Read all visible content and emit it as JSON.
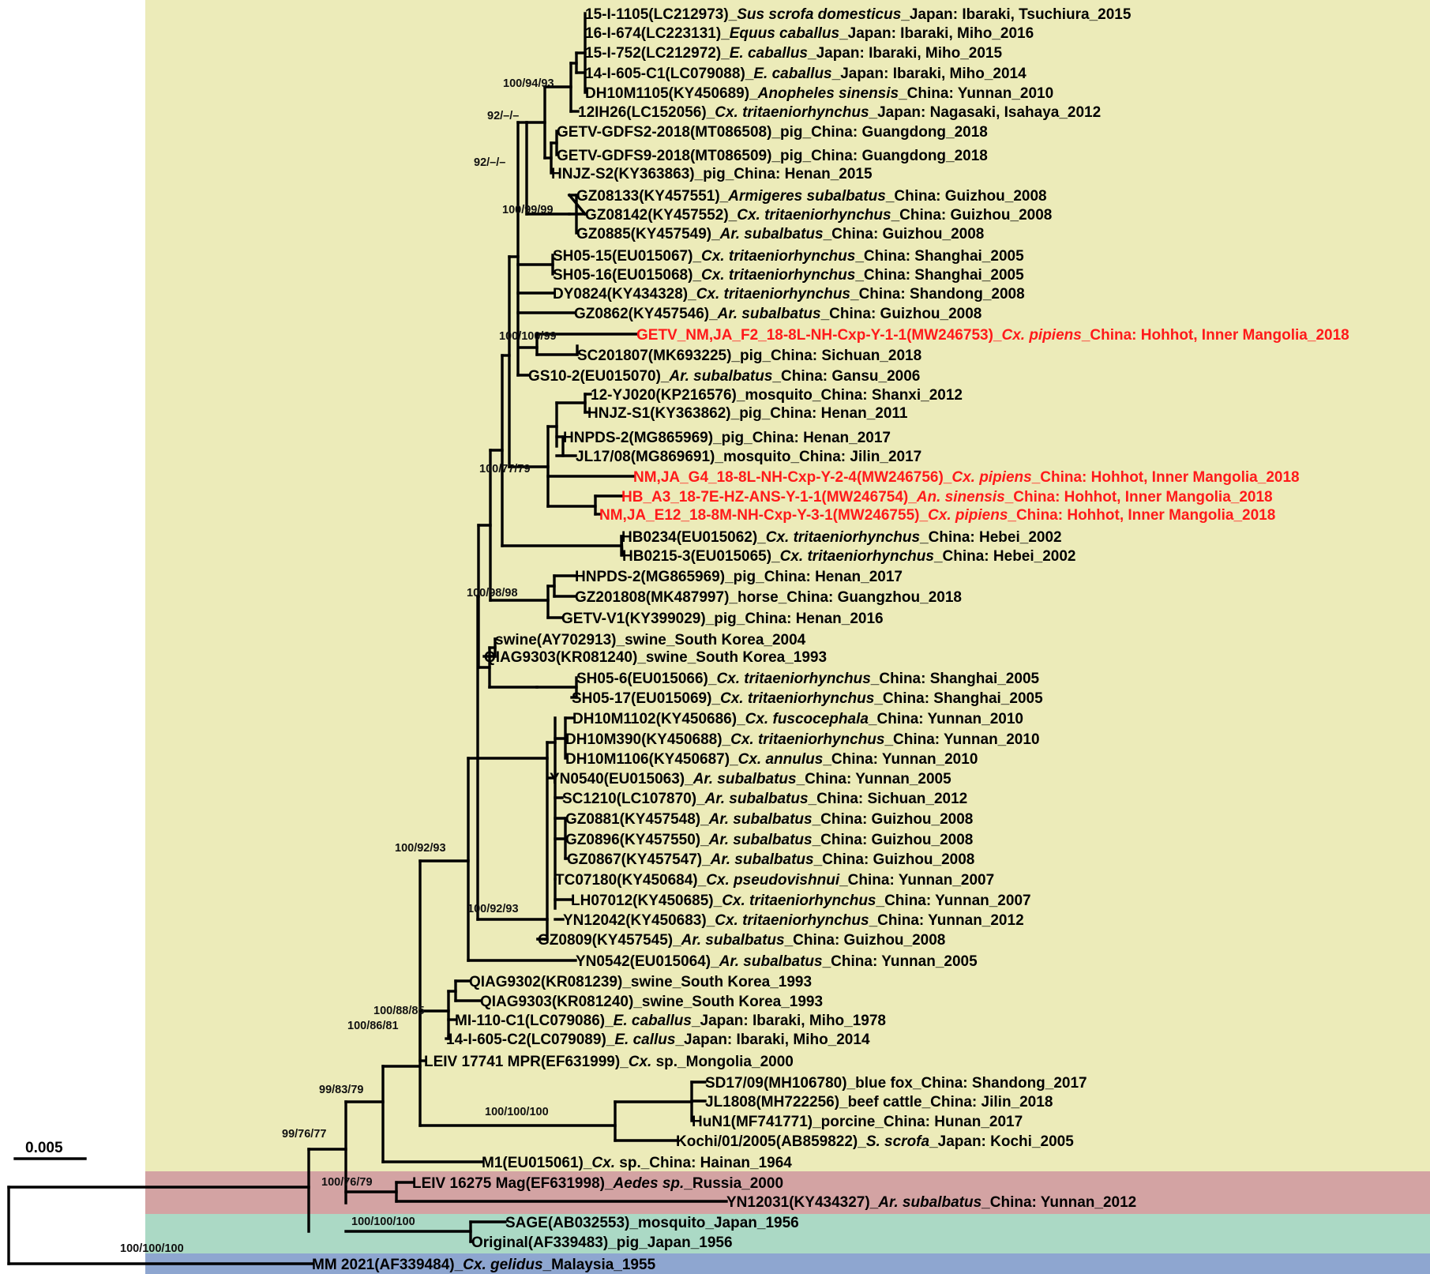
{
  "figure": {
    "type": "phylogenetic-tree",
    "scale_bar_label": "0.005",
    "colors": {
      "group_yellow": "#ecebb9",
      "group_red": "#d3a3a3",
      "group_green": "#abd9c5",
      "group_blue": "#8ea6d0",
      "highlight_text": "#ff1a1a",
      "normal_text": "#000000"
    },
    "groups": [
      {
        "id": "yellow",
        "color": "#ecebb9"
      },
      {
        "id": "red",
        "color": "#d3a3a3"
      },
      {
        "id": "green",
        "color": "#abd9c5"
      },
      {
        "id": "blue",
        "color": "#8ea6d0"
      }
    ],
    "leaves": [
      {
        "id": "L1",
        "prefix": "15-I-1105(LC212973)_",
        "italic": "Sus scrofa domesticus",
        "suffix": "_Japan: Ibaraki, Tsuchiura_2015",
        "highlight": false
      },
      {
        "id": "L2",
        "prefix": "16-I-674(LC223131)_",
        "italic": "Equus caballus",
        "suffix": "_Japan: Ibaraki, Miho_2016",
        "highlight": false
      },
      {
        "id": "L3",
        "prefix": "15-I-752(LC212972)_",
        "italic": "E. caballus",
        "suffix": "_Japan: Ibaraki, Miho_2015",
        "highlight": false
      },
      {
        "id": "L4",
        "prefix": "14-I-605-C1(LC079088)_",
        "italic": "E. caballus",
        "suffix": "_Japan: Ibaraki, Miho_2014",
        "highlight": false
      },
      {
        "id": "L5",
        "prefix": "DH10M1105(KY450689)_",
        "italic": "Anopheles sinensis",
        "suffix": "_China: Yunnan_2010",
        "highlight": false
      },
      {
        "id": "L6",
        "prefix": "12IH26(LC152056)_",
        "italic": "Cx. tritaeniorhynchus",
        "suffix": "_Japan: Nagasaki, Isahaya_2012",
        "highlight": false
      },
      {
        "id": "L7",
        "prefix": "GETV-GDFS2-2018(MT086508)_pig_China: Guangdong_2018",
        "italic": "",
        "suffix": "",
        "highlight": false
      },
      {
        "id": "L8",
        "prefix": "GETV-GDFS9-2018(MT086509)_pig_China: Guangdong_2018",
        "italic": "",
        "suffix": "",
        "highlight": false
      },
      {
        "id": "L9",
        "prefix": "HNJZ-S2(KY363863)_pig_China: Henan_2015",
        "italic": "",
        "suffix": "",
        "highlight": false
      },
      {
        "id": "L10",
        "prefix": "GZ08133(KY457551)_",
        "italic": "Armigeres subalbatus",
        "suffix": "_China: Guizhou_2008",
        "highlight": false
      },
      {
        "id": "L11",
        "prefix": "GZ08142(KY457552)_",
        "italic": "Cx. tritaeniorhynchus",
        "suffix": "_China: Guizhou_2008",
        "highlight": false
      },
      {
        "id": "L12",
        "prefix": "GZ0885(KY457549)_",
        "italic": "Ar. subalbatus",
        "suffix": "_China: Guizhou_2008",
        "highlight": false
      },
      {
        "id": "L13",
        "prefix": "SH05-15(EU015067)_",
        "italic": "Cx. tritaeniorhynchus",
        "suffix": "_China: Shanghai_2005",
        "highlight": false
      },
      {
        "id": "L14",
        "prefix": "SH05-16(EU015068)_",
        "italic": "Cx. tritaeniorhynchus",
        "suffix": "_China: Shanghai_2005",
        "highlight": false
      },
      {
        "id": "L15",
        "prefix": "DY0824(KY434328)_",
        "italic": "Cx. tritaeniorhynchus",
        "suffix": "_China: Shandong_2008",
        "highlight": false
      },
      {
        "id": "L16",
        "prefix": "GZ0862(KY457546)_",
        "italic": "Ar. subalbatus",
        "suffix": "_China: Guizhou_2008",
        "highlight": false
      },
      {
        "id": "L17",
        "prefix": "GETV_NM,JA_F2_18-8L-NH-Cxp-Y-1-1(MW246753)_",
        "italic": "Cx. pipiens",
        "suffix": "_China: Hohhot, Inner Mangolia_2018",
        "highlight": true
      },
      {
        "id": "L18",
        "prefix": "SC201807(MK693225)_pig_China: Sichuan_2018",
        "italic": "",
        "suffix": "",
        "highlight": false
      },
      {
        "id": "L19",
        "prefix": "GS10-2(EU015070)_",
        "italic": "Ar. subalbatus",
        "suffix": "_China: Gansu_2006",
        "highlight": false
      },
      {
        "id": "L20",
        "prefix": "12-YJ020(KP216576)_mosquito_China: Shanxi_2012",
        "italic": "",
        "suffix": "",
        "highlight": false
      },
      {
        "id": "L21",
        "prefix": "HNJZ-S1(KY363862)_pig_China: Henan_2011",
        "italic": "",
        "suffix": "",
        "highlight": false
      },
      {
        "id": "L22",
        "prefix": "HNPDS-2(MG865969)_pig_China: Henan_2017",
        "italic": "",
        "suffix": "",
        "highlight": false
      },
      {
        "id": "L23",
        "prefix": "JL17/08(MG869691)_mosquito_China: Jilin_2017",
        "italic": "",
        "suffix": "",
        "highlight": false
      },
      {
        "id": "L24",
        "prefix": "NM,JA_G4_18-8L-NH-Cxp-Y-2-4(MW246756)_",
        "italic": "Cx. pipiens",
        "suffix": "_China: Hohhot, Inner Mangolia_2018",
        "highlight": true
      },
      {
        "id": "L25",
        "prefix": "HB_A3_18-7E-HZ-ANS-Y-1-1(MW246754)_",
        "italic": "An. sinensis",
        "suffix": "_China: Hohhot, Inner Mangolia_2018",
        "highlight": true
      },
      {
        "id": "L26",
        "prefix": "NM,JA_E12_18-8M-NH-Cxp-Y-3-1(MW246755)_",
        "italic": "Cx. pipiens",
        "suffix": "_China: Hohhot, Inner Mangolia_2018",
        "highlight": true
      },
      {
        "id": "L27",
        "prefix": "HB0234(EU015062)_",
        "italic": "Cx. tritaeniorhynchus",
        "suffix": "_China: Hebei_2002",
        "highlight": false
      },
      {
        "id": "L28",
        "prefix": "HB0215-3(EU015065)_",
        "italic": "Cx. tritaeniorhynchus",
        "suffix": "_China: Hebei_2002",
        "highlight": false
      },
      {
        "id": "L29",
        "prefix": "HNPDS-2(MG865969)_pig_China: Henan_2017",
        "italic": "",
        "suffix": "",
        "highlight": false
      },
      {
        "id": "L30",
        "prefix": "GZ201808(MK487997)_horse_China: Guangzhou_2018",
        "italic": "",
        "suffix": "",
        "highlight": false
      },
      {
        "id": "L31",
        "prefix": "GETV-V1(KY399029)_pig_China: Henan_2016",
        "italic": "",
        "suffix": "",
        "highlight": false
      },
      {
        "id": "L32",
        "prefix": "swine(AY702913)_swine_South Korea_2004",
        "italic": "",
        "suffix": "",
        "highlight": false
      },
      {
        "id": "L33",
        "prefix": "QIAG9303(KR081240)_swine_South Korea_1993",
        "italic": "",
        "suffix": "",
        "highlight": false
      },
      {
        "id": "L34",
        "prefix": "SH05-6(EU015066)_",
        "italic": "Cx. tritaeniorhynchus",
        "suffix": "_China: Shanghai_2005",
        "highlight": false
      },
      {
        "id": "L35",
        "prefix": "SH05-17(EU015069)_",
        "italic": "Cx. tritaeniorhynchus",
        "suffix": "_China: Shanghai_2005",
        "highlight": false
      },
      {
        "id": "L36",
        "prefix": "DH10M1102(KY450686)_",
        "italic": "Cx. fuscocephala",
        "suffix": "_China: Yunnan_2010",
        "highlight": false
      },
      {
        "id": "L37",
        "prefix": "DH10M390(KY450688)_",
        "italic": "Cx. tritaeniorhynchus",
        "suffix": "_China: Yunnan_2010",
        "highlight": false
      },
      {
        "id": "L38",
        "prefix": "DH10M1106(KY450687)_",
        "italic": "Cx. annulus",
        "suffix": "_China: Yunnan_2010",
        "highlight": false
      },
      {
        "id": "L39",
        "prefix": "YN0540(EU015063)_",
        "italic": "Ar. subalbatus",
        "suffix": "_China: Yunnan_2005",
        "highlight": false
      },
      {
        "id": "L40",
        "prefix": "SC1210(LC107870)_",
        "italic": "Ar. subalbatus",
        "suffix": "_China: Sichuan_2012",
        "highlight": false
      },
      {
        "id": "L41",
        "prefix": "GZ0881(KY457548)_",
        "italic": "Ar. subalbatus",
        "suffix": "_China: Guizhou_2008",
        "highlight": false
      },
      {
        "id": "L42",
        "prefix": "GZ0896(KY457550)_",
        "italic": "Ar. subalbatus",
        "suffix": "_China: Guizhou_2008",
        "highlight": false
      },
      {
        "id": "L43",
        "prefix": "GZ0867(KY457547)_",
        "italic": "Ar. subalbatus",
        "suffix": "_China: Guizhou_2008",
        "highlight": false
      },
      {
        "id": "L44",
        "prefix": "TC07180(KY450684)_",
        "italic": "Cx. pseudovishnui",
        "suffix": "_China: Yunnan_2007",
        "highlight": false
      },
      {
        "id": "L45",
        "prefix": "LH07012(KY450685)_",
        "italic": "Cx. tritaeniorhynchus",
        "suffix": "_China: Yunnan_2007",
        "highlight": false
      },
      {
        "id": "L46",
        "prefix": "YN12042(KY450683)_",
        "italic": "Cx. tritaeniorhynchus",
        "suffix": "_China: Yunnan_2012",
        "highlight": false
      },
      {
        "id": "L47",
        "prefix": "GZ0809(KY457545)_",
        "italic": "Ar. subalbatus",
        "suffix": "_China: Guizhou_2008",
        "highlight": false
      },
      {
        "id": "L48",
        "prefix": "YN0542(EU015064)_",
        "italic": "Ar. subalbatus",
        "suffix": "_China: Yunnan_2005",
        "highlight": false
      },
      {
        "id": "L49",
        "prefix": "QIAG9302(KR081239)_swine_South Korea_1993",
        "italic": "",
        "suffix": "",
        "highlight": false
      },
      {
        "id": "L50",
        "prefix": "QIAG9303(KR081240)_swine_South Korea_1993",
        "italic": "",
        "suffix": "",
        "highlight": false
      },
      {
        "id": "L51",
        "prefix": "MI-110-C1(LC079086)_",
        "italic": "E. caballus",
        "suffix": "_Japan: Ibaraki, Miho_1978",
        "highlight": false
      },
      {
        "id": "L52",
        "prefix": "14-I-605-C2(LC079089)_",
        "italic": "E. callus",
        "suffix": "_Japan: Ibaraki, Miho_2014",
        "highlight": false
      },
      {
        "id": "L53",
        "prefix": "LEIV 17741 MPR(EF631999)_",
        "italic": "Cx.",
        "suffix": " sp._Mongolia_2000",
        "highlight": false
      },
      {
        "id": "L54",
        "prefix": "SD17/09(MH106780)_blue fox_China: Shandong_2017",
        "italic": "",
        "suffix": "",
        "highlight": false
      },
      {
        "id": "L55",
        "prefix": "JL1808(MH722256)_beef cattle_China: Jilin_2018",
        "italic": "",
        "suffix": "",
        "highlight": false
      },
      {
        "id": "L56",
        "prefix": "HuN1(MF741771)_porcine_China: Hunan_2017",
        "italic": "",
        "suffix": "",
        "highlight": false
      },
      {
        "id": "L57",
        "prefix": "Kochi/01/2005(AB859822)_",
        "italic": "S. scrofa",
        "suffix": "_Japan: Kochi_2005",
        "highlight": false
      },
      {
        "id": "L58",
        "prefix": "M1(EU015061)_",
        "italic": "Cx.",
        "suffix": " sp._China: Hainan_1964",
        "highlight": false
      },
      {
        "id": "L59",
        "prefix": "LEIV 16275 Mag(EF631998)_",
        "italic": "Aedes sp.",
        "suffix": "_Russia_2000",
        "highlight": false
      },
      {
        "id": "L60",
        "prefix": "YN12031(KY434327)_",
        "italic": "Ar. subalbatus",
        "suffix": "_China: Yunnan_2012",
        "highlight": false
      },
      {
        "id": "L61",
        "prefix": "SAGE(AB032553)_mosquito_Japan_1956",
        "italic": "",
        "suffix": "",
        "highlight": false
      },
      {
        "id": "L62",
        "prefix": "Original(AF339483)_pig_Japan_1956",
        "italic": "",
        "suffix": "",
        "highlight": false
      },
      {
        "id": "L63",
        "prefix": "MM 2021(AF339484)_",
        "italic": "Cx. gelidus",
        "suffix": "_Malaysia_1955",
        "highlight": false
      }
    ],
    "support_values": [
      {
        "id": "S1",
        "text": "100/94/93"
      },
      {
        "id": "S2",
        "text": "92/–/–"
      },
      {
        "id": "S3",
        "text": "92/–/–"
      },
      {
        "id": "S4",
        "text": "100/99/99"
      },
      {
        "id": "S5",
        "text": "100/100/99"
      },
      {
        "id": "S6",
        "text": "100/77/79"
      },
      {
        "id": "S7",
        "text": "100/98/98"
      },
      {
        "id": "S8",
        "text": "100/92/93"
      },
      {
        "id": "S9",
        "text": "100/92/93"
      },
      {
        "id": "S10",
        "text": "100/88/85"
      },
      {
        "id": "S11",
        "text": "100/86/81"
      },
      {
        "id": "S12",
        "text": "99/83/79"
      },
      {
        "id": "S13",
        "text": "99/76/77"
      },
      {
        "id": "S14",
        "text": "100/100/100"
      },
      {
        "id": "S15",
        "text": "100/76/79"
      },
      {
        "id": "S16",
        "text": "100/100/100"
      },
      {
        "id": "S17",
        "text": "100/100/100"
      }
    ]
  }
}
